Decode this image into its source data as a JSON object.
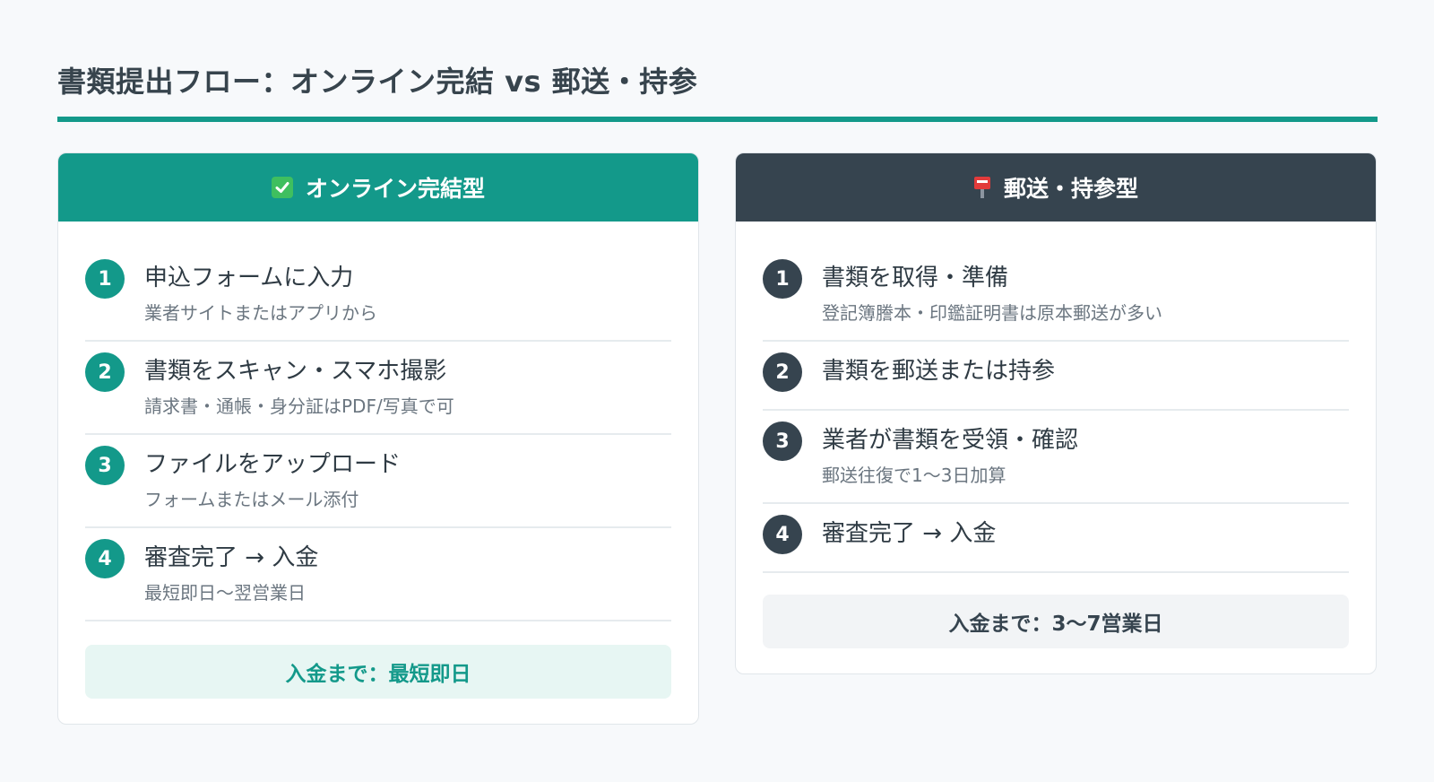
{
  "page": {
    "title": "書類提出フロー：オンライン完結 vs 郵送・持参"
  },
  "colors": {
    "online_accent": "#13998a",
    "mail_accent": "#36444f",
    "online_summary_bg": "#e7f6f3",
    "mail_summary_bg": "#f2f4f6"
  },
  "online": {
    "header_icon": "check-mark-icon",
    "header_label": "オンライン完結型",
    "steps": [
      {
        "num": "1",
        "main": "申込フォームに入力",
        "sub": "業者サイトまたはアプリから"
      },
      {
        "num": "2",
        "main": "書類をスキャン・スマホ撮影",
        "sub": "請求書・通帳・身分証はPDF/写真で可"
      },
      {
        "num": "3",
        "main": "ファイルをアップロード",
        "sub": "フォームまたはメール添付"
      },
      {
        "num": "4",
        "main": "審査完了 → 入金",
        "sub": "最短即日〜翌営業日"
      }
    ],
    "summary": "入金まで：最短即日"
  },
  "mail": {
    "header_icon": "postbox-icon",
    "header_label": "郵送・持参型",
    "steps": [
      {
        "num": "1",
        "main": "書類を取得・準備",
        "sub": "登記簿謄本・印鑑証明書は原本郵送が多い"
      },
      {
        "num": "2",
        "main": "書類を郵送または持参",
        "sub": ""
      },
      {
        "num": "3",
        "main": "業者が書類を受領・確認",
        "sub": "郵送往復で1〜3日加算"
      },
      {
        "num": "4",
        "main": "審査完了 → 入金",
        "sub": ""
      }
    ],
    "summary": "入金まで：3〜7営業日"
  }
}
